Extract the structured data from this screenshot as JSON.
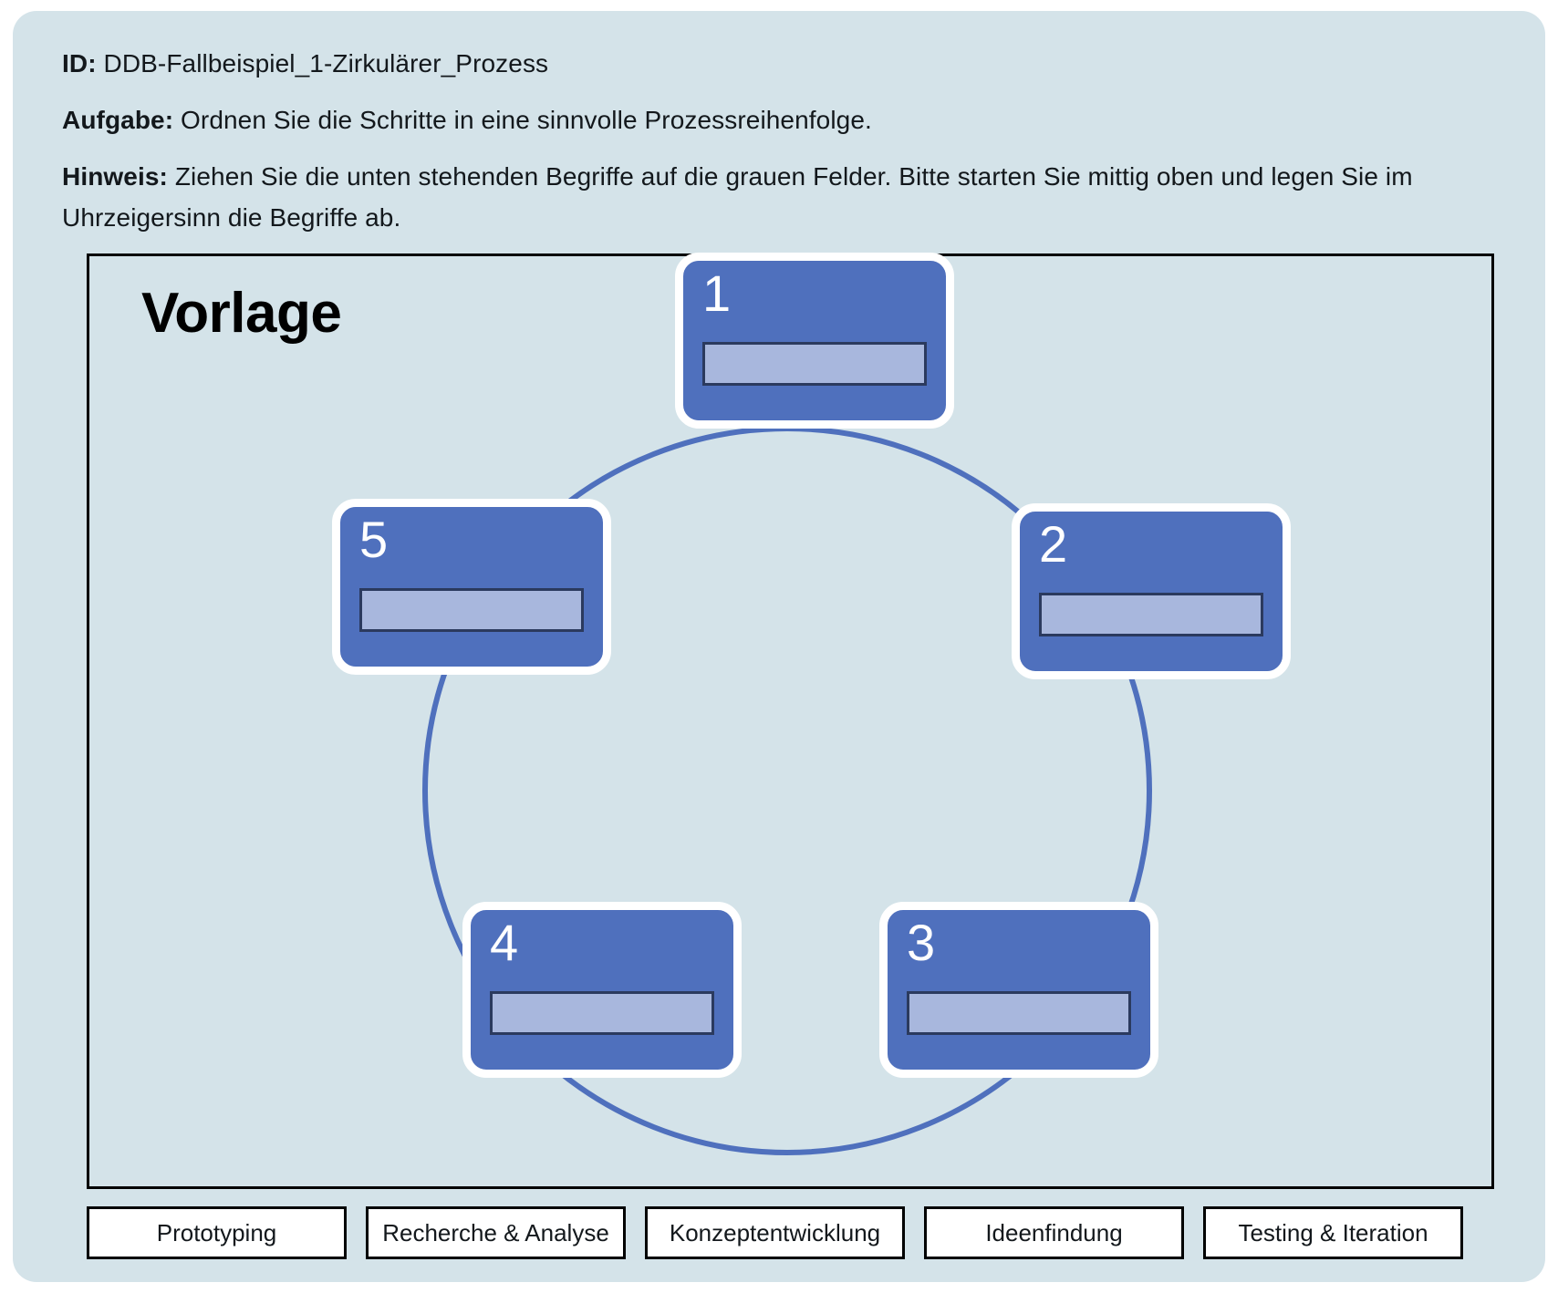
{
  "header": {
    "id_label": "ID:",
    "id_value": "DDB-Fallbeispiel_1-Zirkulärer_Prozess",
    "task_label": "Aufgabe:",
    "task_value": "Ordnen Sie die Schritte in eine sinnvolle Prozessreihenfolge.",
    "hint_label": "Hinweis:",
    "hint_value": "Ziehen Sie die unten stehenden Begriffe auf die grauen Felder. Bitte starten Sie mittig oben und legen Sie im Uhrzeigersinn die Begriffe ab."
  },
  "diagram": {
    "title": "Vorlage",
    "nodes": [
      {
        "number": "1",
        "dropzone_value": ""
      },
      {
        "number": "2",
        "dropzone_value": ""
      },
      {
        "number": "3",
        "dropzone_value": ""
      },
      {
        "number": "4",
        "dropzone_value": ""
      },
      {
        "number": "5",
        "dropzone_value": ""
      }
    ]
  },
  "terms": [
    {
      "label": "Prototyping"
    },
    {
      "label": "Recherche & Analyse"
    },
    {
      "label": "Konzeptentwicklung"
    },
    {
      "label": "Ideenfindung"
    },
    {
      "label": "Testing & Iteration"
    }
  ],
  "colors": {
    "page_background": "#d4e3e9",
    "node_fill": "#4f70bd",
    "node_border": "#ffffff",
    "dropzone_fill": "#a8b7dd",
    "dropzone_border": "#2b3a5e",
    "arc_stroke": "#4f70bd",
    "panel_border": "#000000",
    "term_fill": "#ffffff",
    "term_border": "#000000",
    "text": "#13181c"
  }
}
